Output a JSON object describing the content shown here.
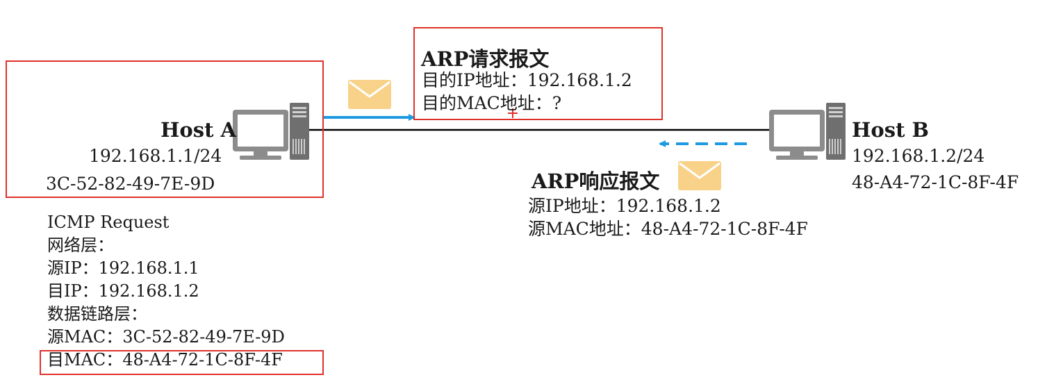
{
  "host_a": {
    "name": "Host A",
    "ip": "192.168.1.1/24",
    "mac": "3C-52-82-49-7E-9D"
  },
  "host_b": {
    "name": "Host B",
    "ip": "192.168.1.2/24",
    "mac": "48-A4-72-1C-8F-4F"
  },
  "arp_request": {
    "title": "ARP请求报文",
    "dest_ip": "目的IP地址：192.168.1.2",
    "dest_mac": "目的MAC地址：?"
  },
  "arp_reply": {
    "title": "ARP响应报文",
    "src_ip": "源IP地址：192.168.1.2",
    "src_mac": "源MAC地址：48-A4-72-1C-8F-4F"
  },
  "icmp": {
    "title": "ICMP Request",
    "network_layer": "网络层：",
    "src_ip": "源IP：192.168.1.1",
    "dest_ip": "目IP：192.168.1.2",
    "datalink_layer": "数据链路层：",
    "src_mac": "源MAC：3C-52-82-49-7E-9D",
    "dest_mac": "目MAC：48-A4-72-1C-8F-4F"
  },
  "colors": {
    "highlight_border": "#e0302a",
    "arrow": "#1e9be0",
    "envelope": "#f9d28a",
    "link": "#000000",
    "computer": "#8a8a8a"
  },
  "icons": [
    "computer-icon",
    "envelope-icon",
    "arrow-right",
    "arrow-left-dashed"
  ]
}
